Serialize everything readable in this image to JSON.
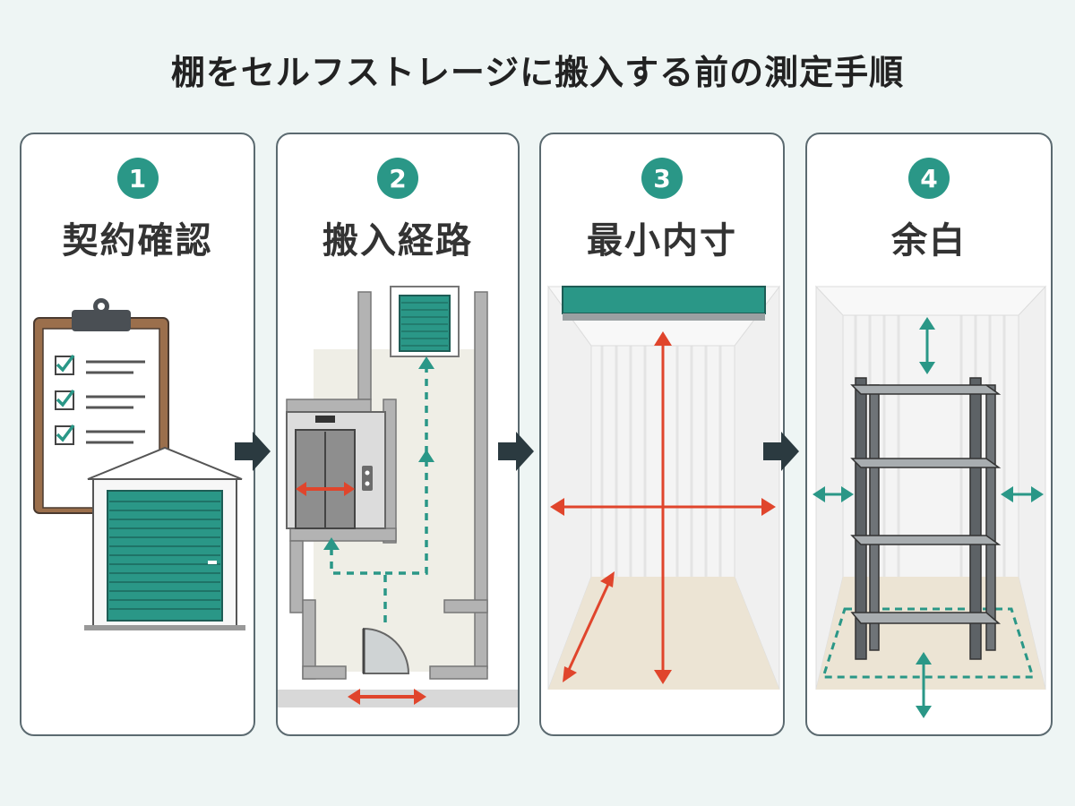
{
  "title": "棚をセルフストレージに搬入する前の測定手順",
  "steps": [
    {
      "number": "1",
      "label": "契約確認"
    },
    {
      "number": "2",
      "label": "搬入経路"
    },
    {
      "number": "3",
      "label": "最小内寸"
    },
    {
      "number": "4",
      "label": "余白"
    }
  ],
  "colors": {
    "teal": "#2a9787",
    "red": "#e0452c",
    "dark": "#2b3a40",
    "wall": "#9a9a9a"
  }
}
